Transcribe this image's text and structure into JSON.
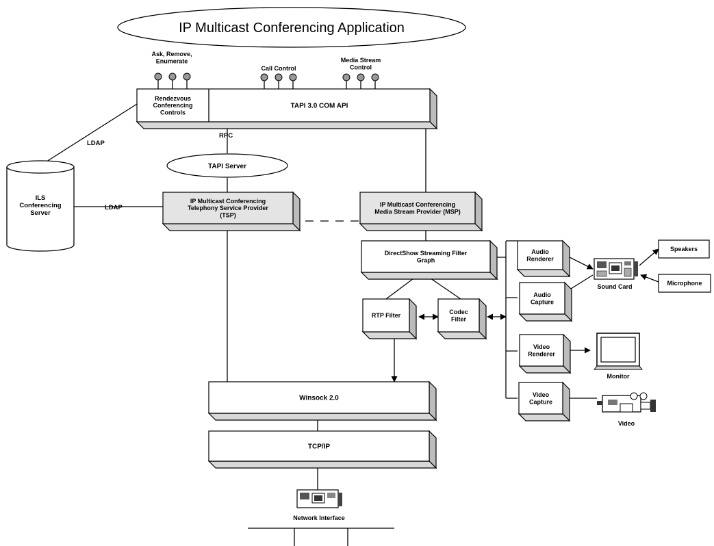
{
  "colors": {
    "box_face": "#ffffff",
    "box_face_shaded": "#e4e4e4",
    "box_side": "#bcbcbc",
    "box_top": "#d8d8d8",
    "line": "#000000"
  },
  "diagram": {
    "app_title": "IP Multicast Conferencing Application",
    "labels": {
      "api_left": "Ask, Remove,\nEnumerate",
      "api_mid": "Call Control",
      "api_right": "Media Stream\nControl",
      "ldap_top": "LDAP",
      "ldap_left": "LDAP",
      "rpc": "RPC",
      "tapi_server": "TAPI Server"
    },
    "boxes": {
      "rendezvous": "Rendezvous\nConferencing\nControls",
      "tapi_com": "TAPI 3.0 COM API",
      "tsp": "IP Multicast Conferencing\nTelephony Service Provider\n(TSP)",
      "msp": "IP Multicast Conferencing\nMedia Stream Provider (MSP)",
      "dshow": "DirectShow Streaming Filter\nGraph",
      "rtp": "RTP Filter",
      "codec": "Codec\nFilter",
      "audio_renderer": "Audio\nRenderer",
      "audio_capture": "Audio\nCapture",
      "video_renderer": "Video\nRenderer",
      "video_capture": "Video\nCapture",
      "winsock": "Winsock 2.0",
      "tcpip": "TCP/IP",
      "speakers": "Speakers",
      "microphone": "Microphone"
    },
    "server": "ILS\nConferencing\nServer",
    "devices": {
      "sound_card": "Sound Card",
      "monitor": "Monitor",
      "video": "Video",
      "network_interface": "Network Interface"
    }
  }
}
